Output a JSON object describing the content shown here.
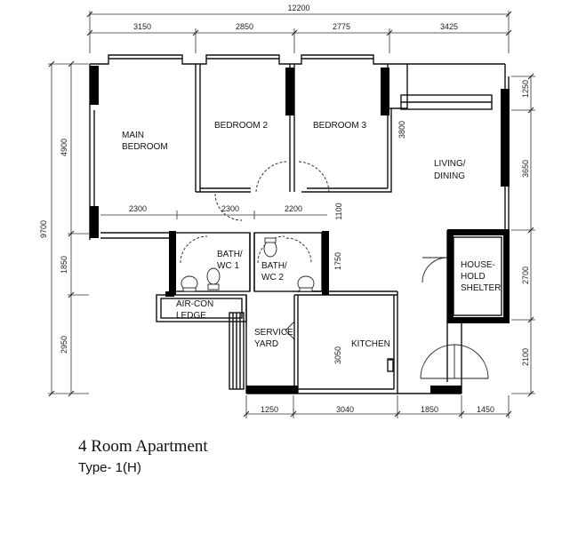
{
  "title": "4 Room Apartment",
  "type_label": "Type-  1(H)",
  "dimensions": {
    "overall_width": "12200",
    "top": [
      "3150",
      "2850",
      "2775",
      "3425"
    ],
    "bottom": [
      "1250",
      "3040",
      "1850",
      "1450"
    ],
    "left_total": "9700",
    "left": [
      "4900",
      "1850",
      "2950"
    ],
    "right": [
      "1250",
      "3650",
      "2700",
      "2100"
    ],
    "inner": [
      "2300",
      "2300",
      "2200",
      "1100",
      "1750",
      "3050",
      "3800"
    ]
  },
  "rooms": {
    "master_1": "MAIN",
    "master_2": "BEDROOM",
    "bedroom2": "BEDROOM 2",
    "bedroom3": "BEDROOM 3",
    "living_1": "LIVING/",
    "living_2": "DINING",
    "bath1_1": "BATH/",
    "bath1_2": "WC 1",
    "bath2_1": "BATH/",
    "bath2_2": "WC 2",
    "shelter_1": "HOUSE-",
    "shelter_2": "HOLD",
    "shelter_3": "SHELTER",
    "aircon_1": "AIR-CON",
    "aircon_2": "LEDGE",
    "service_1": "SERVICE",
    "service_2": "YARD",
    "kitchen": "KITCHEN"
  }
}
